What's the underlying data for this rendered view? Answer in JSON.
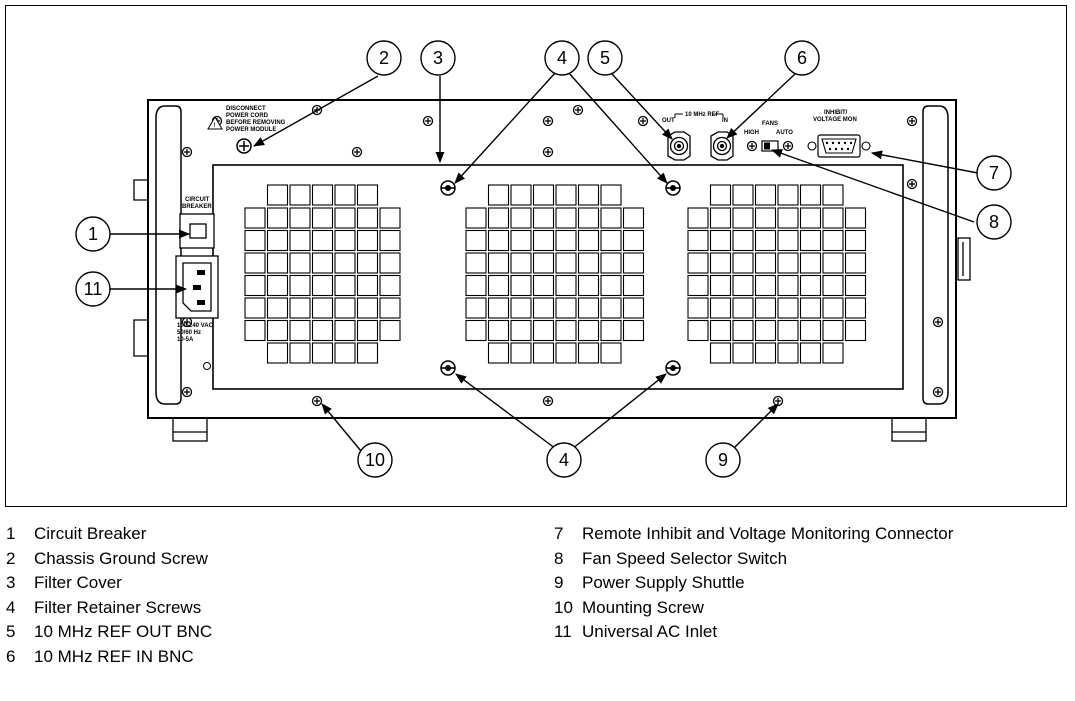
{
  "panel_labels": {
    "warning": [
      "DISCONNECT",
      "POWER CORD",
      "BEFORE REMOVING",
      "POWER MODULE"
    ],
    "circuit_breaker": [
      "CIRCUIT",
      "BREAKER"
    ],
    "ac_rating": [
      "100-240 VAC",
      "50/60 Hz",
      "10-5A"
    ],
    "ref_header": "10 MHz REF",
    "ref_out": "OUT",
    "ref_in": "IN",
    "fans": "FANS",
    "fan_high": "HIGH",
    "fan_auto": "AUTO",
    "inhibit": [
      "INHIBIT/",
      "VOLTAGE MON"
    ]
  },
  "callouts": {
    "c1": "1",
    "c2": "2",
    "c3": "3",
    "c4a": "4",
    "c4b": "4",
    "c5": "5",
    "c6": "6",
    "c7": "7",
    "c8": "8",
    "c9": "9",
    "c10": "10",
    "c11": "11"
  },
  "legend": {
    "left": [
      {
        "num": "1",
        "label": "Circuit Breaker"
      },
      {
        "num": "2",
        "label": "Chassis Ground Screw"
      },
      {
        "num": "3",
        "label": "Filter Cover"
      },
      {
        "num": "4",
        "label": "Filter Retainer Screws"
      },
      {
        "num": "5",
        "label": "10 MHz REF OUT BNC"
      },
      {
        "num": "6",
        "label": "10 MHz REF IN BNC"
      }
    ],
    "right": [
      {
        "num": "7",
        "label": "Remote Inhibit and Voltage Monitoring Connector"
      },
      {
        "num": "8",
        "label": "Fan Speed Selector Switch"
      },
      {
        "num": "9",
        "label": "Power Supply Shuttle"
      },
      {
        "num": "10",
        "label": "Mounting Screw"
      },
      {
        "num": "11",
        "label": "Universal AC Inlet"
      }
    ]
  }
}
